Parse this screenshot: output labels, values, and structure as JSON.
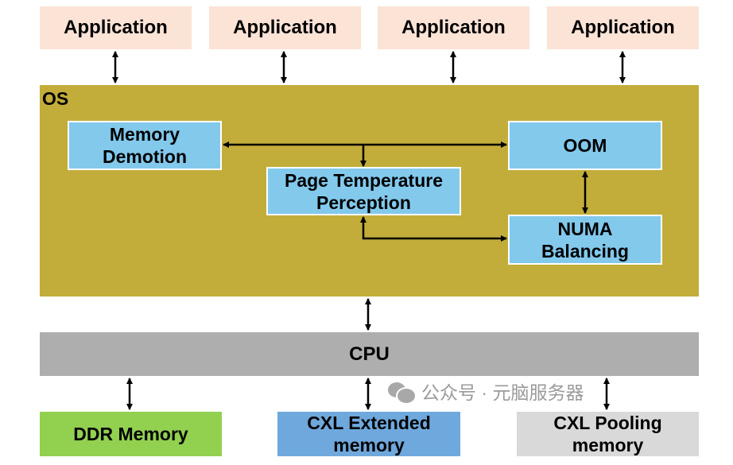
{
  "applications": [
    "Application",
    "Application",
    "Application",
    "Application"
  ],
  "os": {
    "label": "OS",
    "memory_demotion": "Memory\nDemotion",
    "page_temperature": "Page Temperature\nPerception",
    "oom": "OOM",
    "numa": "NUMA\nBalancing"
  },
  "cpu": "CPU",
  "memory": {
    "ddr": "DDR Memory",
    "cxl_extended": "CXL Extended\nmemory",
    "cxl_pooling": "CXL Pooling\nmemory"
  },
  "watermark": "公众号 · 元脑服务器",
  "colors": {
    "application": "#fbe3d6",
    "os": "#c3ad3a",
    "os_module": "#82c9ec",
    "cpu": "#aeaeae",
    "ddr": "#92d050",
    "cxl_extended": "#6fa8dc",
    "cxl_pooling": "#d9d9d9"
  }
}
